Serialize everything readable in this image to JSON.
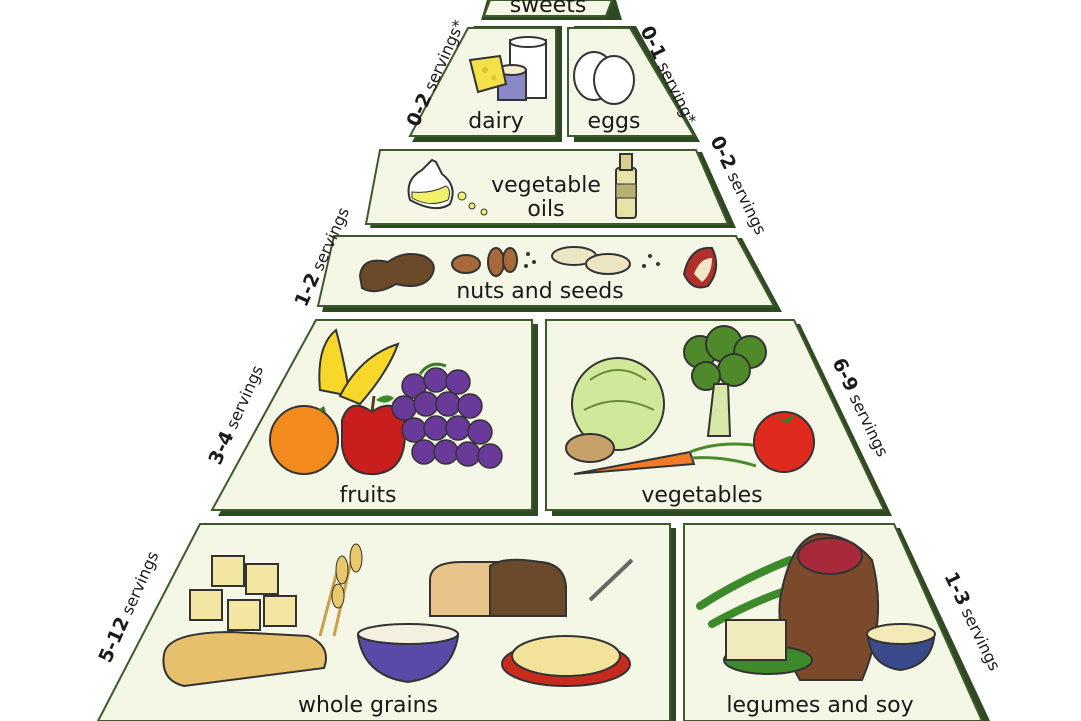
{
  "colors": {
    "border": "#3d5a2a",
    "panel_fill": "#f4f7e6",
    "panel_shadow": "#2f4a22",
    "text": "#1a1a1a"
  },
  "tiers": {
    "sweets": {
      "label": "sweets"
    },
    "dairy": {
      "label": "dairy",
      "servings_num": "0-2",
      "servings_unit": " servings*"
    },
    "eggs": {
      "label": "eggs",
      "servings_num": "0-1",
      "servings_unit": " serving*"
    },
    "oils": {
      "label_line1": "vegetable",
      "label_line2": "oils",
      "servings_num": "0-2",
      "servings_unit": " servings"
    },
    "nuts": {
      "label": "nuts and seeds",
      "servings_num": "1-2",
      "servings_unit": " servings"
    },
    "fruits": {
      "label": "fruits",
      "servings_num": "3-4",
      "servings_unit": " servings"
    },
    "vegetables": {
      "label": "vegetables",
      "servings_num": "6-9",
      "servings_unit": " servings"
    },
    "grains": {
      "label": "whole grains",
      "servings_num": "5-12",
      "servings_unit": " servings"
    },
    "legumes": {
      "label": "legumes and soy",
      "servings_num": "1-3",
      "servings_unit": " servings"
    }
  },
  "icons": [
    "milk-carton-icon",
    "cheese-icon",
    "eggs-icon",
    "oil-cruet-icon",
    "oil-bottle-icon",
    "peanut-icon",
    "almond-icon",
    "seed-icon",
    "brazil-nut-icon",
    "banana-icon",
    "orange-icon",
    "apple-icon",
    "grapes-icon",
    "cabbage-icon",
    "broccoli-icon",
    "potato-icon",
    "carrot-icon",
    "tomato-icon",
    "crackers-icon",
    "wheat-icon",
    "baguette-icon",
    "rice-bowl-icon",
    "bread-loaf-icon",
    "spaghetti-plate-icon",
    "green-beans-icon",
    "tofu-icon",
    "beans-sack-icon",
    "soy-bowl-icon"
  ]
}
